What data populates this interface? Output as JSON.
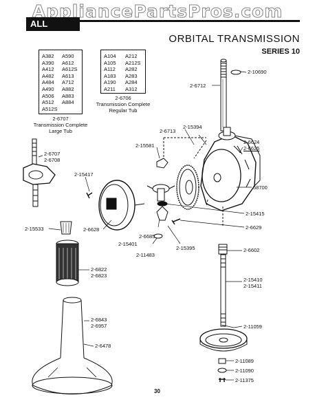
{
  "watermark": "AppliancePartsPros.com",
  "header": {
    "models_tab": "ALL MODELS",
    "title": "ORBITAL TRANSMISSION",
    "series": "SERIES 10"
  },
  "model_box_large": {
    "col1": [
      "A382",
      "A390",
      "A412",
      "A482",
      "A484",
      "A490",
      "A506",
      "A512",
      "A512S"
    ],
    "col2": [
      "A590",
      "A612",
      "A612S",
      "A613",
      "A712",
      "A882",
      "A883",
      "A884"
    ]
  },
  "caption_large": {
    "part": "2-6707",
    "line1": "Transmission Complete",
    "line2": "Large Tub"
  },
  "model_box_regular": {
    "col1": [
      "A104",
      "A105",
      "A112",
      "A183",
      "A190",
      "A211"
    ],
    "col2": [
      "A212",
      "A212S",
      "A282",
      "A283",
      "A284",
      "A312"
    ]
  },
  "caption_regular": {
    "part": "2-6706",
    "line1": "Transmission Complete",
    "line2": "Regular Tub"
  },
  "labels": {
    "p10690": "2-10690",
    "p6712": "2-6712",
    "p6713": "2-6713",
    "p15394": "2-15394",
    "p15581": "2-15581",
    "p6624": "2-6624",
    "p6625": "2-6625",
    "p6707": "2-6707",
    "p6708": "2-6708",
    "p15417": "2-15417",
    "p58700": "58700",
    "p15415": "2-15415",
    "p6629": "2-6629",
    "p15533": "2-15533",
    "p6628": "2-6628",
    "p6685": "2-6685",
    "p15401": "2-15401",
    "p15395": "2-15395",
    "p11483": "2-11483",
    "p6602": "2-6602",
    "p6822": "2-6822",
    "p6823": "2-6823",
    "p15410": "2-15410",
    "p15411": "2-15411",
    "p6843": "2-6843",
    "p6957": "2-6957",
    "p11059": "2-11059",
    "p6478": "2-6478",
    "p11089": "2-11089",
    "p11090": "2-11090",
    "p11375": "2-11375"
  },
  "page_number": "30"
}
